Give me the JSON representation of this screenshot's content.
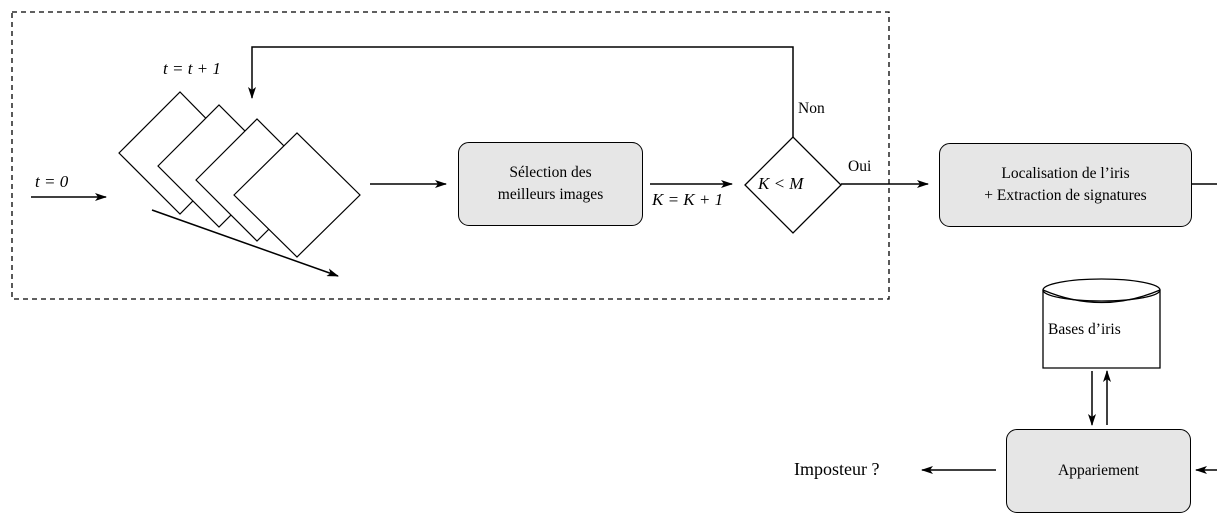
{
  "labels": {
    "t_zero": "t = 0",
    "t_increment": "t = t + 1",
    "non": "Non",
    "oui": "Oui",
    "k_increment": "K = K + 1",
    "condition": "K < M",
    "impostor": "Imposteur ?"
  },
  "boxes": {
    "selection": {
      "line1": "Sélection des",
      "line2": "meilleurs images"
    },
    "localisation": {
      "line1": "Localisation de l’iris",
      "line2": "+ Extraction de signatures"
    },
    "database": {
      "label": "Bases d’iris"
    },
    "matching": {
      "label": "Appariement"
    }
  },
  "colors": {
    "box_fill": "#e6e6e6",
    "stroke": "#000000",
    "background": "#ffffff"
  }
}
